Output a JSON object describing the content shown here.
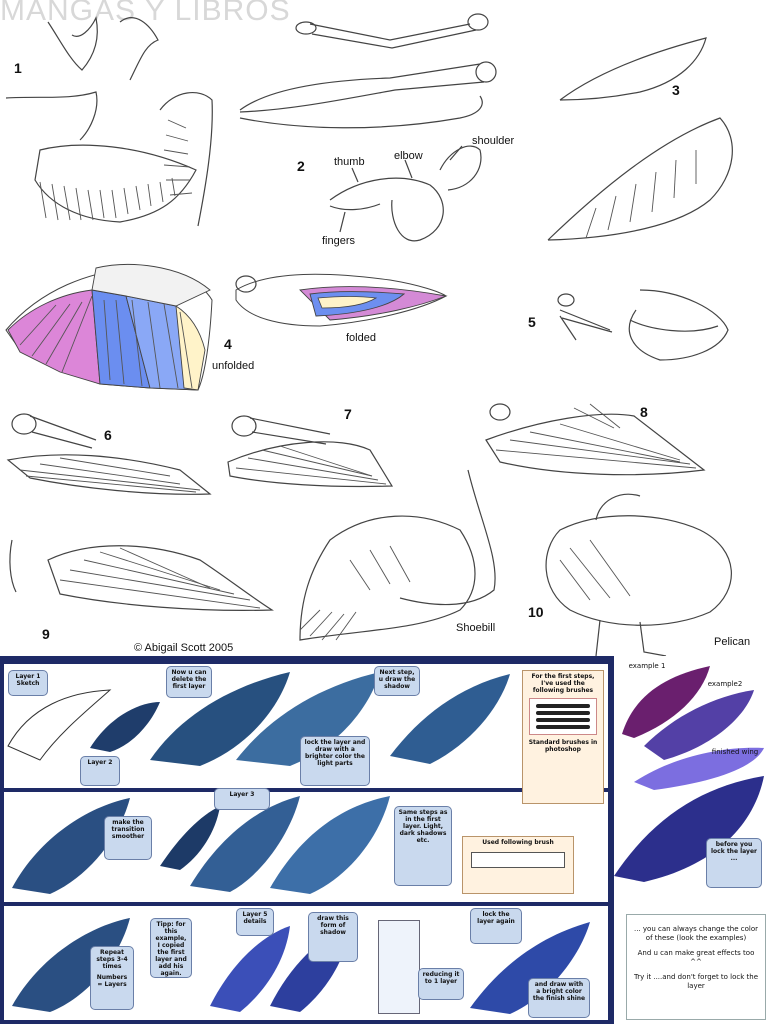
{
  "watermark": "MANGAS Y LIBROS",
  "steps": [
    "1",
    "2",
    "3",
    "4",
    "5",
    "6",
    "7",
    "8",
    "9",
    "10"
  ],
  "labels": {
    "thumb": "thumb",
    "elbow": "elbow",
    "shoulder": "shoulder",
    "fingers": "fingers",
    "unfolded": "unfolded",
    "folded": "folded",
    "shoebill": "Shoebill",
    "pelican": "Pelican"
  },
  "copyright": "© Abigail Scott 2005",
  "tutorial": {
    "notes": {
      "layer1": "Layer 1 Sketch",
      "delete_layer": "Now u can delete the first layer",
      "next_step": "Next step, u draw the shadow",
      "layer2": "Layer 2",
      "lock_layer": "lock the layer and draw with a brighter color the light parts",
      "first_steps": "For the first steps, I've used the following brushes",
      "standard_brushes": "Standard brushes in photoshop",
      "layer3": "Layer 3",
      "transition": "make the transition smoother",
      "layer3_note": "Same steps as in the first layer. Light, dark shadows etc.",
      "used_brush": "Used following brush",
      "repeat": "Repeat steps 3-4 times",
      "numbers_layers": "Numbers = Layers",
      "tipp": "Tipp: for this example, I copied the first layer and add his again.",
      "layer5": "Layer 5 details",
      "draw_form": "draw this form of shadow",
      "reducing": "reducing it to 1 layer",
      "lock_again": "lock the layer again",
      "draw_bright": "and draw with a bright color the finish shine"
    },
    "side": {
      "example1": "example 1",
      "example2": "example2",
      "finished": "finished wing",
      "before_lock": "before you lock the layer ...",
      "change_color": "... you can always change the color of these (look the examples)",
      "great_effects": "And u can make great effects too ^^",
      "try_it": "Try it ....and don't forget to lock the layer"
    }
  }
}
